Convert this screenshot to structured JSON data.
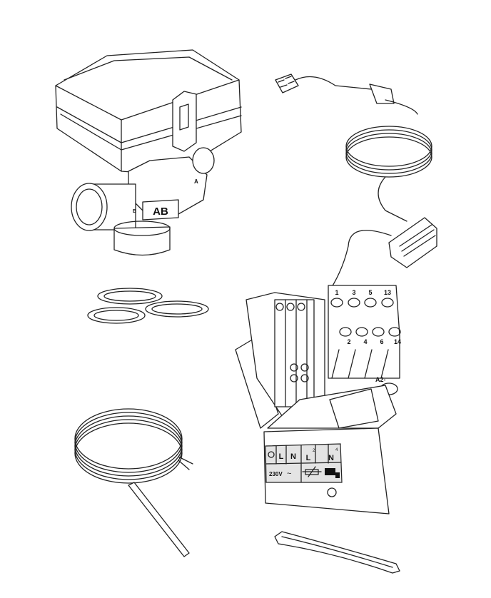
{
  "valve": {
    "port_ab": "AB",
    "port_a": "A",
    "port_b": "B"
  },
  "relay": {
    "top_terminals": [
      "1",
      "3",
      "5",
      "13"
    ],
    "bottom_terminals": [
      "2",
      "4",
      "6",
      "14"
    ],
    "coil_terminal": "A2-"
  },
  "terminal_label": {
    "cells": [
      "L",
      "N",
      "L",
      "N"
    ],
    "superscripts": [
      "2",
      "4"
    ],
    "voltage": "230V",
    "ac_symbol": "~"
  }
}
